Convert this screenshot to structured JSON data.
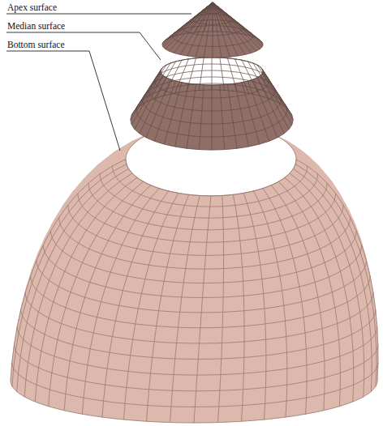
{
  "diagram": {
    "labels": [
      "Apex surface",
      "Median surface",
      "Bottom surface"
    ]
  }
}
